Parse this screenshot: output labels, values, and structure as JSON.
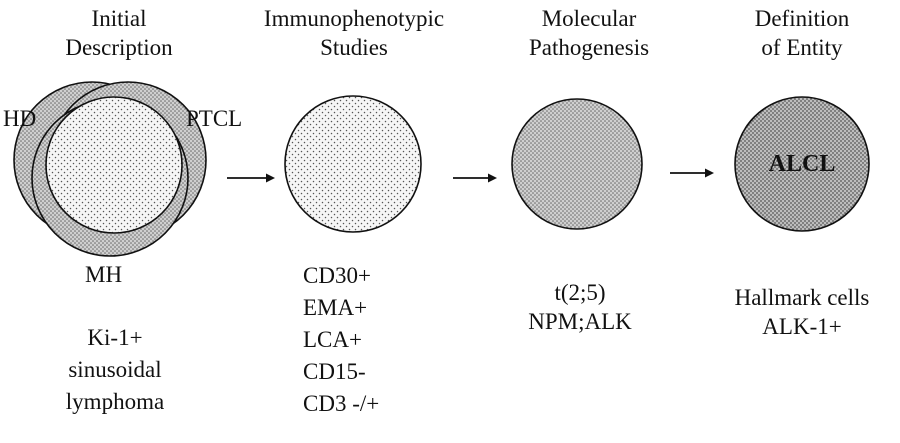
{
  "stages": [
    {
      "title_line1": "Initial",
      "title_line2": "Description"
    },
    {
      "title_line1": "Immunophenotypic",
      "title_line2": "Studies"
    },
    {
      "title_line1": "Molecular",
      "title_line2": "Pathogenesis"
    },
    {
      "title_line1": "Definition",
      "title_line2": "of Entity"
    }
  ],
  "venn": {
    "left_label": "HD",
    "right_label": "PTCL",
    "bottom_label": "MH"
  },
  "descriptions": {
    "initial": [
      "Ki-1+",
      "sinusoidal",
      "lymphoma"
    ],
    "immuno": [
      "CD30+",
      "EMA+",
      "LCA+",
      "CD15-",
      "CD3 -/+"
    ],
    "molecular": [
      "t(2;5)",
      "NPM;ALK"
    ],
    "entity": [
      "Hallmark cells",
      "ALK-1+"
    ]
  },
  "entity_circle_label": "ALCL",
  "colors": {
    "stroke": "#111111",
    "dot": "#333333",
    "dense_fill": "#c8c8c8",
    "light_fill": "#f4f4f4"
  }
}
